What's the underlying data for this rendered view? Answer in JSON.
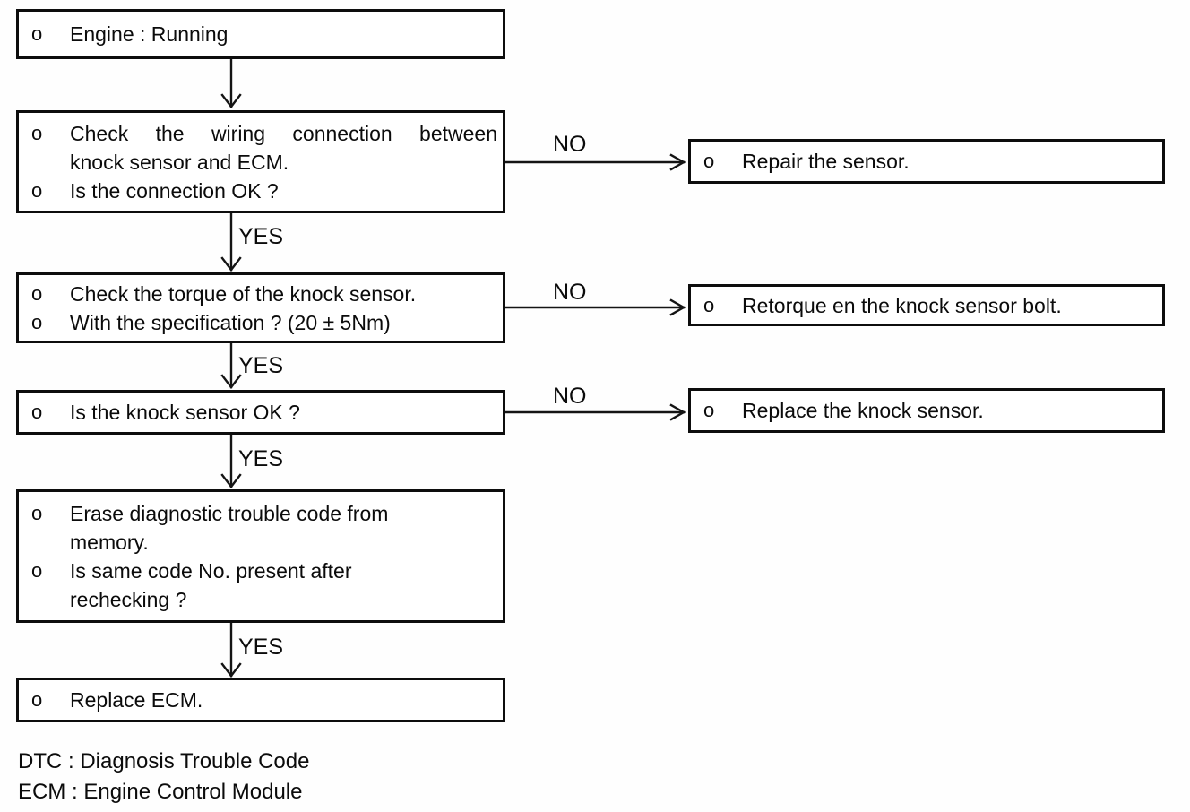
{
  "labels": {
    "yes": "YES",
    "no": "NO",
    "bullet": "o"
  },
  "boxes": {
    "engine_running": {
      "bullets": [
        {
          "lines": [
            "Engine : Running"
          ]
        }
      ]
    },
    "check_wiring": {
      "bullets": [
        {
          "lines": [
            "Check the wiring connection between",
            "knock sensor and ECM."
          ]
        },
        {
          "lines": [
            "Is the connection OK ?"
          ]
        }
      ]
    },
    "check_torque": {
      "bullets": [
        {
          "lines": [
            "Check the torque of the knock sensor."
          ]
        },
        {
          "lines": [
            "With the specification ? (20 ± 5Nm)"
          ]
        }
      ]
    },
    "sensor_ok": {
      "bullets": [
        {
          "lines": [
            "Is the knock sensor OK ?"
          ]
        }
      ]
    },
    "erase_code": {
      "bullets": [
        {
          "lines": [
            "Erase diagnostic trouble code from",
            "memory."
          ]
        },
        {
          "lines": [
            "Is same code No. present after",
            "rechecking ?"
          ]
        }
      ]
    },
    "replace_ecm": {
      "bullets": [
        {
          "lines": [
            "Replace ECM."
          ]
        }
      ]
    },
    "repair_sensor": {
      "bullets": [
        {
          "lines": [
            "Repair the sensor."
          ]
        }
      ]
    },
    "retorque_bolt": {
      "bullets": [
        {
          "lines": [
            "Retorque en the knock sensor bolt."
          ]
        }
      ]
    },
    "replace_sensor": {
      "bullets": [
        {
          "lines": [
            "Replace the knock sensor."
          ]
        }
      ]
    }
  },
  "footnotes": {
    "dtc": "DTC : Diagnosis Trouble Code",
    "ecm": "ECM : Engine Control Module"
  }
}
